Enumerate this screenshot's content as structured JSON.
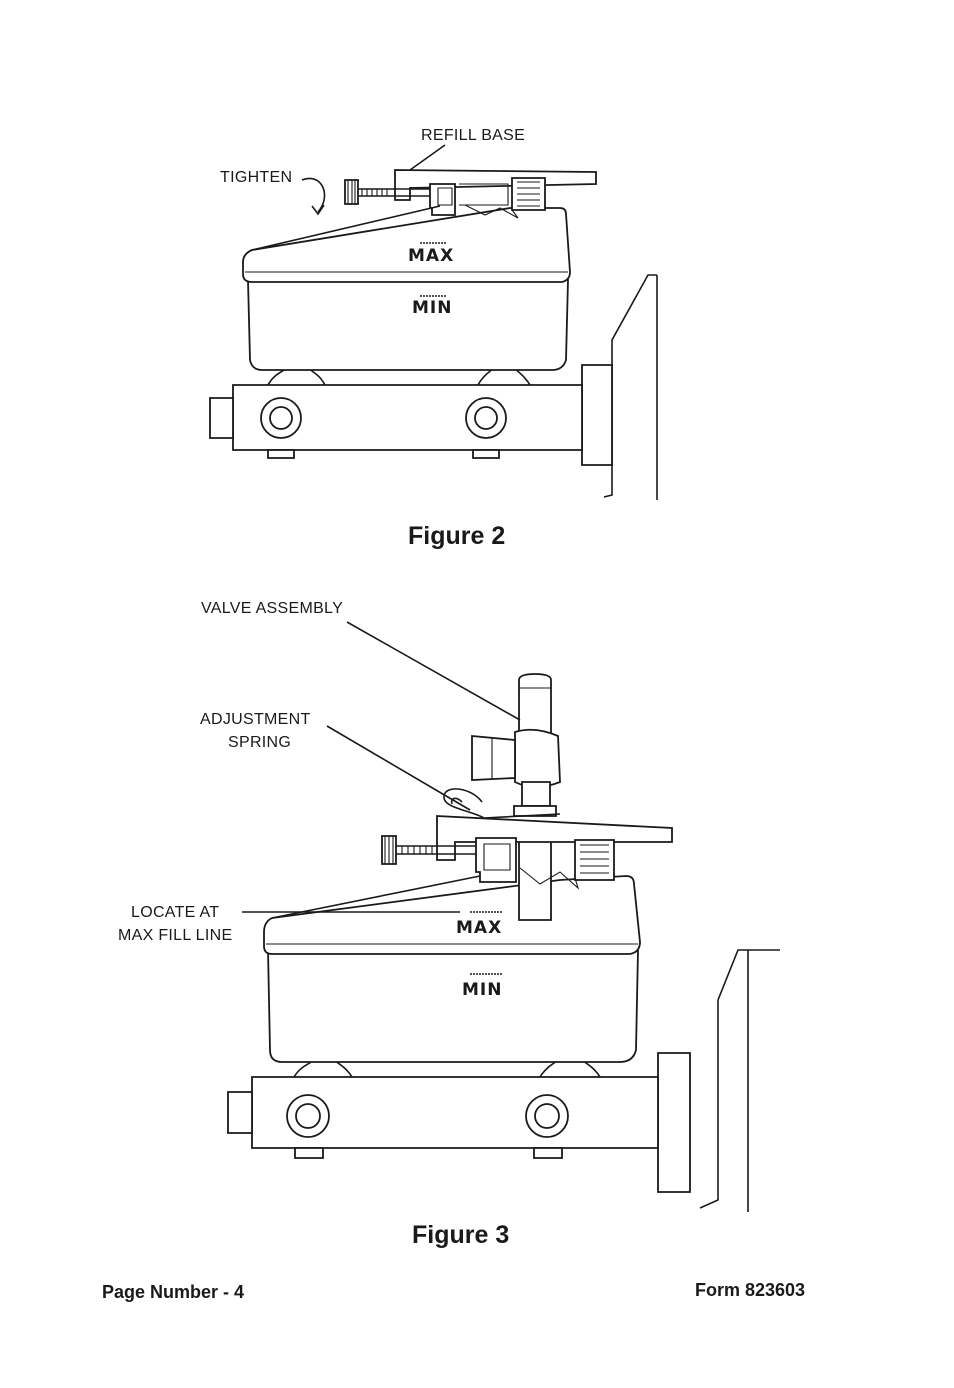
{
  "figure2": {
    "label_refill_base": "REFILL  BASE",
    "label_tighten": "TIGHTEN",
    "mark_max": "MAX",
    "mark_min": "MIN",
    "caption": "Figure 2"
  },
  "figure3": {
    "label_valve_assembly": "VALVE ASSEMBLY",
    "label_adjustment_1": "ADJUSTMENT",
    "label_adjustment_2": "SPRING",
    "label_locate_1": "LOCATE AT",
    "label_locate_2": "MAX FILL LINE",
    "mark_max": "MAX",
    "mark_min": "MIN",
    "caption": "Figure 3"
  },
  "footer": {
    "page_number": "Page Number - 4",
    "form": "Form 823603"
  }
}
